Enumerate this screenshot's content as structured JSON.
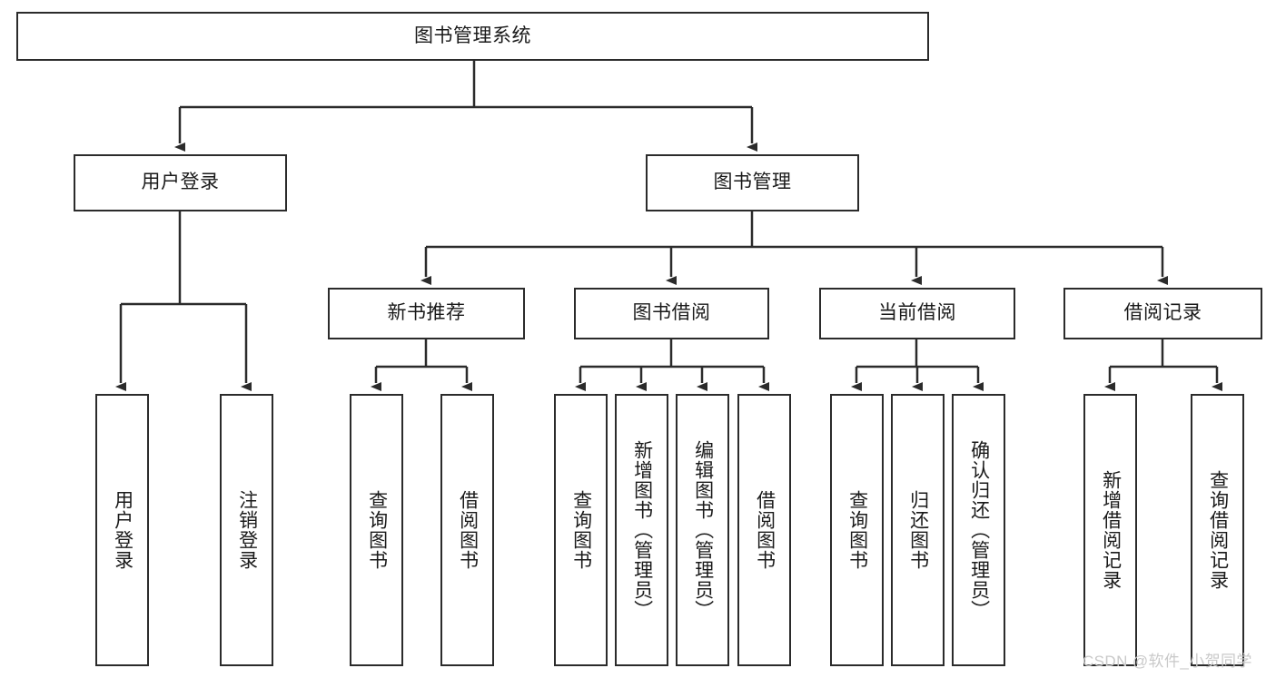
{
  "diagram": {
    "title": "图书管理系统",
    "watermark": "CSDN @软件_小贺同学",
    "colors": {
      "box_border": "#2b2b2b",
      "box_fill": "#ffffff",
      "connector": "#2b2b2b",
      "text": "#1a1a1a",
      "watermark": "#c9c9c9"
    },
    "nodes": {
      "root": {
        "label": "图书管理系统"
      },
      "level2": [
        {
          "label": "用户登录"
        },
        {
          "label": "图书管理"
        }
      ],
      "level3": [
        {
          "label": "新书推荐"
        },
        {
          "label": "图书借阅"
        },
        {
          "label": "当前借阅"
        },
        {
          "label": "借阅记录"
        }
      ],
      "leaves_user_login": [
        {
          "label": "用户登录"
        },
        {
          "label": "注销登录"
        }
      ],
      "leaves_new_book": [
        {
          "label": "查询图书"
        },
        {
          "label": "借阅图书"
        }
      ],
      "leaves_borrow": [
        {
          "label": "查询图书"
        },
        {
          "label": "新增图书（管理员）"
        },
        {
          "label": "编辑图书（管理员）"
        },
        {
          "label": "借阅图书"
        }
      ],
      "leaves_current": [
        {
          "label": "查询图书"
        },
        {
          "label": "归还图书"
        },
        {
          "label": "确认归还（管理员）"
        }
      ],
      "leaves_records": [
        {
          "label": "新增借阅记录"
        },
        {
          "label": "查询借阅记录"
        }
      ]
    }
  }
}
